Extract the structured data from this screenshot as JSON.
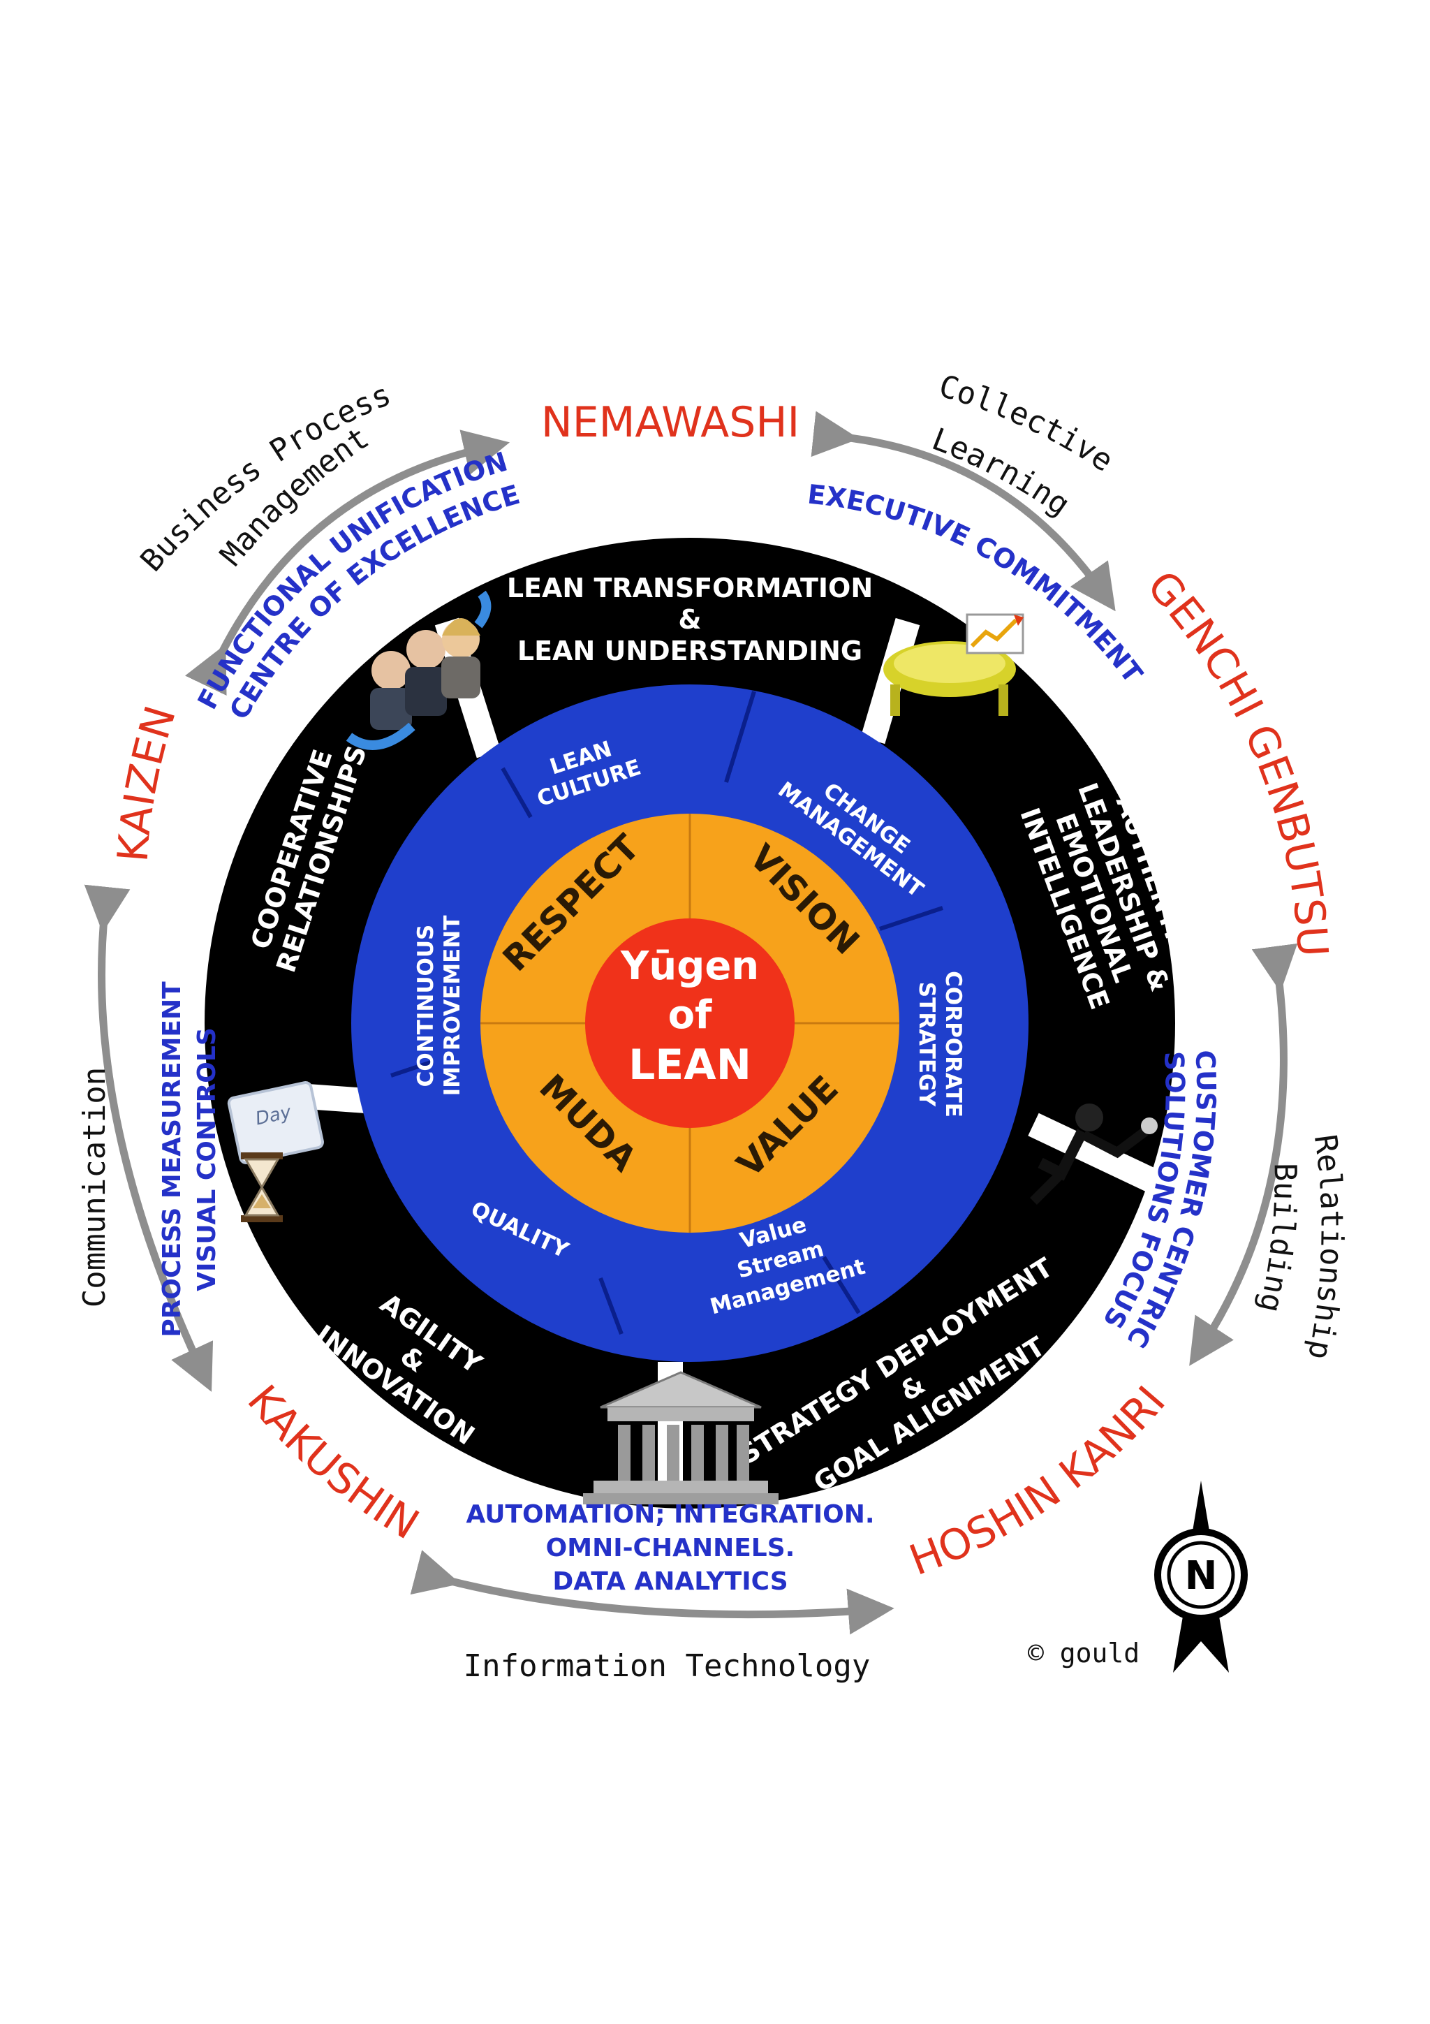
{
  "center": {
    "title_line1": "Yūgen",
    "title_line2": "of",
    "title_line3": "LEAN"
  },
  "core_quadrants": {
    "respect": "RESPECT",
    "vision": "VISION",
    "muda": "MUDA",
    "value": "VALUE"
  },
  "blue_ring": {
    "lean_culture": [
      "LEAN",
      "CULTURE"
    ],
    "change_management": [
      "CHANGE",
      "MANAGEMENT"
    ],
    "corporate_strategy": [
      "CORPORATE",
      "STRATEGY"
    ],
    "value_stream": [
      "Value",
      "Stream",
      "Management"
    ],
    "quality": "QUALITY",
    "continuous_improvement": [
      "CONTINUOUS",
      "IMPROVEMENT"
    ]
  },
  "black_ring": {
    "lean_transformation": [
      "LEAN TRANSFORMATION",
      "&",
      "LEAN UNDERSTANDING"
    ],
    "authentic_leadership": [
      "AUTHENTIC",
      "LEADERSHIP &",
      "EMOTIONAL",
      "INTELLIGENCE"
    ],
    "strategy_deployment": [
      "STRATEGY DEPLOYMENT",
      "&",
      "GOAL ALIGNMENT"
    ],
    "agility_innovation": [
      "AGILITY",
      "&",
      "INNOVATION"
    ],
    "cooperative_relationships": [
      "COOPERATIVE",
      "RELATIONSHIPS"
    ]
  },
  "japanese_terms": {
    "nemawashi": "NEMAWASHI",
    "genchi_genbutsu": "GENCHI GENBUTSU",
    "hoshin_kanri": "HOSHIN KANRI",
    "kakushin": "KAKUSHIN",
    "kaizen": "KAIZEN"
  },
  "blue_labels": {
    "functional_unification": [
      "FUNCTIONAL UNIFICATION",
      "CENTRE OF EXCELLENCE"
    ],
    "executive_commitment": "EXECUTIVE COMMITMENT",
    "customer_centric": [
      "CUSTOMER CENTRIC",
      "SOLUTIONS FOCUS"
    ],
    "automation": [
      "AUTOMATION; INTEGRATION.",
      "OMNI-CHANNELS.",
      "DATA ANALYTICS"
    ],
    "process_measurement": [
      "PROCESS MEASUREMENT",
      "VISUAL CONTROLS"
    ]
  },
  "outer_labels": {
    "business_process": [
      "Business Process",
      "Management"
    ],
    "collective_learning": [
      "Collective",
      "Learning"
    ],
    "relationship_building": [
      "Relationship",
      "Building"
    ],
    "information_technology": "Information Technology",
    "communication": "Communication"
  },
  "copyright": "© gould",
  "compass_letter": "N",
  "colors": {
    "red_term": "#e0321c",
    "blue_label": "#2431c8",
    "ring_blue": "#1f3fcc",
    "ring_black": "#000000",
    "core_orange": "#f7a21b",
    "center_red": "#f0321a",
    "arrow_gray": "#8e8e8e"
  }
}
